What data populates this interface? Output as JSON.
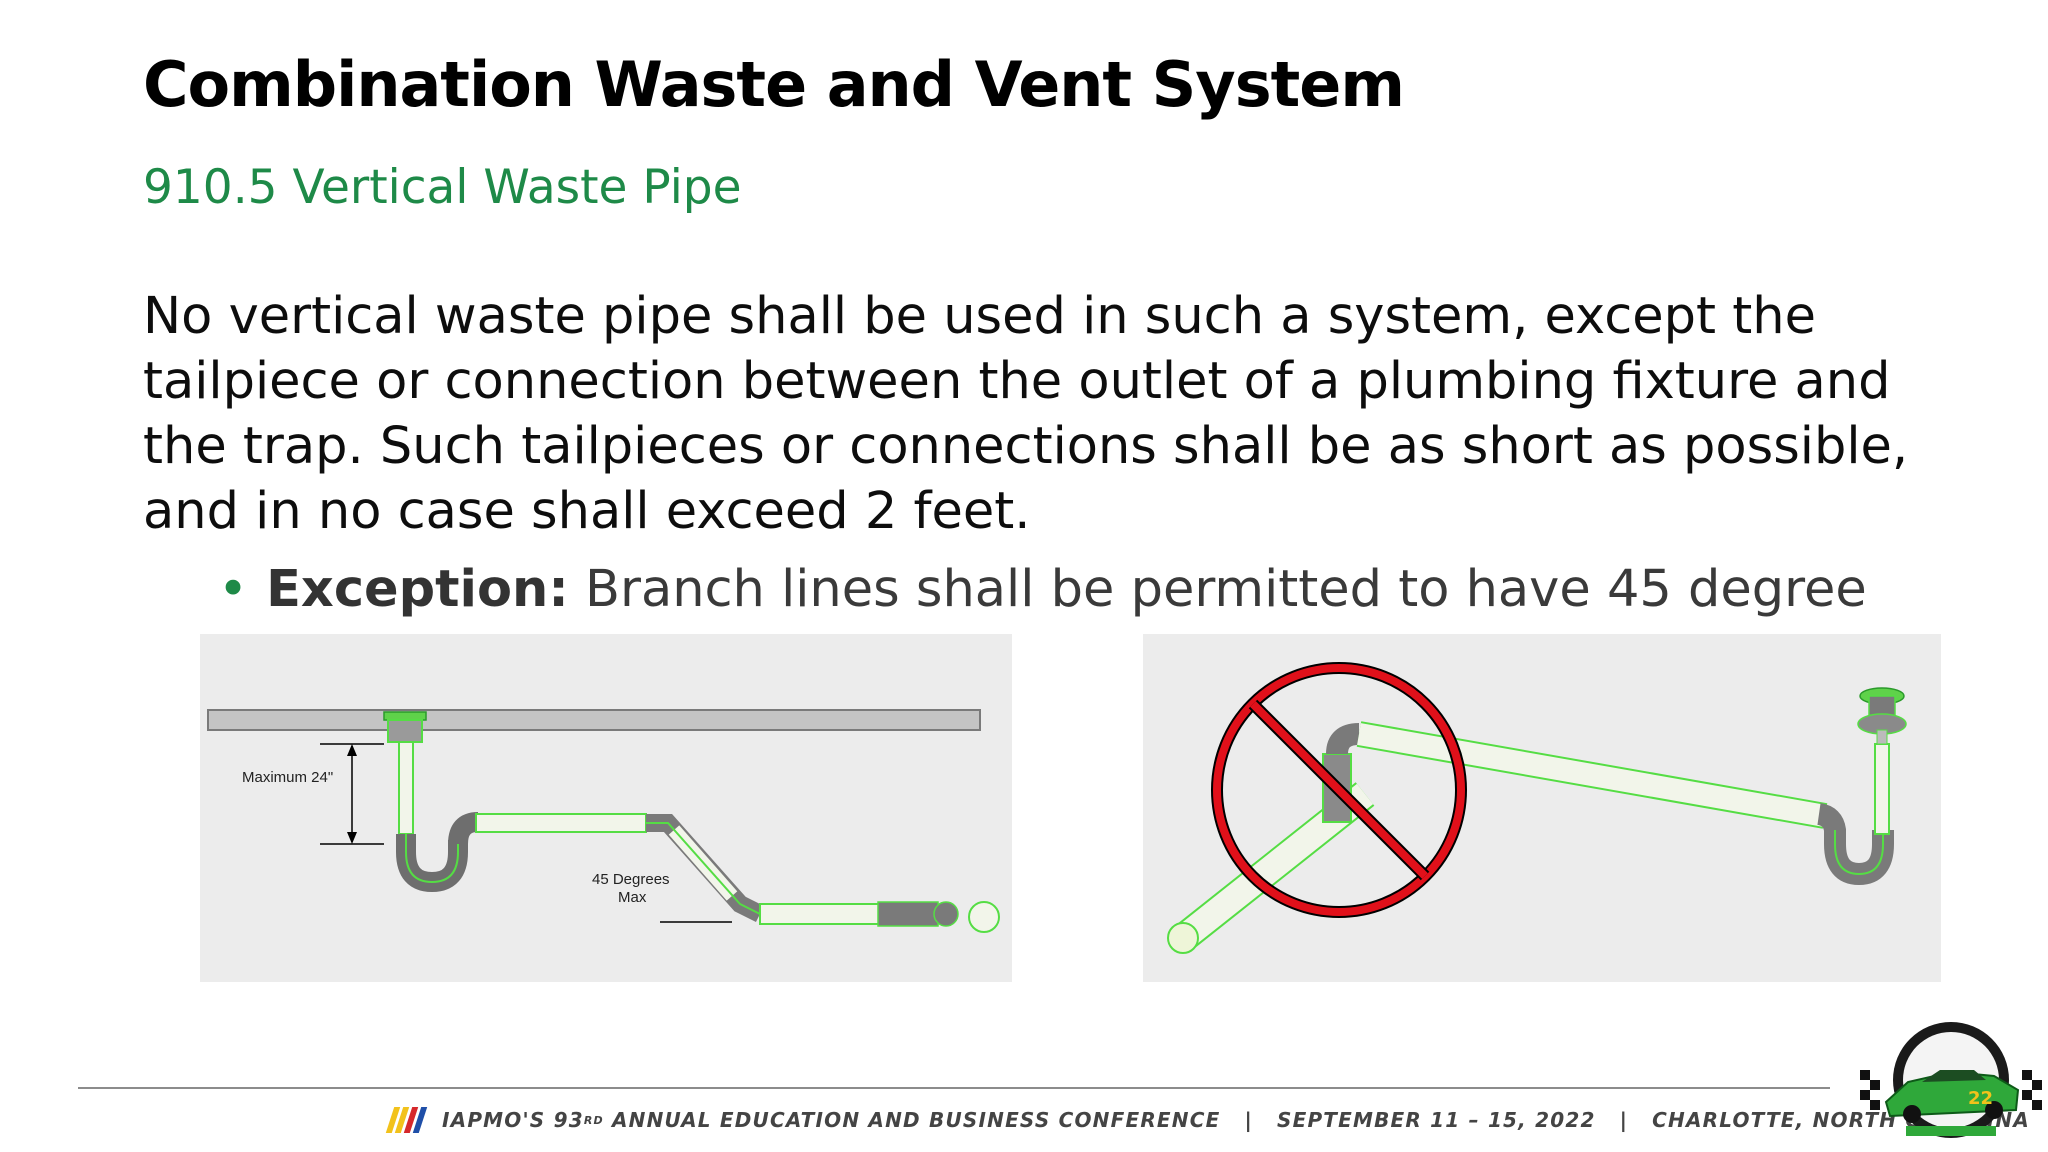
{
  "slide": {
    "title": "Combination Waste and Vent System",
    "subtitle": "910.5 Vertical Waste Pipe",
    "body": "No vertical waste pipe shall be used in such a system, except the tailpiece or connection between the outlet of a plumbing fixture and the trap. Such tailpieces or connections shall be as short as possible, and in no case shall exceed 2 feet.",
    "bullet": {
      "label": "Exception:",
      "text": "Branch lines shall be permitted to have 45 degree"
    }
  },
  "figure_left": {
    "dimension_label": "Maximum 24\"",
    "angle_label_line1": "45 Degrees",
    "angle_label_line2": "Max"
  },
  "figure_right": {
    "prohibition_icon": "no-sign-icon"
  },
  "footer": {
    "org": "IAPMO'S 93",
    "ordinal": "RD",
    "event": "ANNUAL EDUCATION AND BUSINESS CONFERENCE",
    "separator": "|",
    "dates": "SEPTEMBER 11 – 15, 2022",
    "location": "CHARLOTTE, NORTH CAROLINA",
    "stripe_colors": [
      "#f2c21b",
      "#f2c21b",
      "#d6282b",
      "#1f4fa8"
    ],
    "logo_icon": "race-car-badge-icon"
  },
  "colors": {
    "accent_green": "#1e8a48",
    "pipe_outline": "#55dd44",
    "prohibition_red": "#e0101a"
  }
}
